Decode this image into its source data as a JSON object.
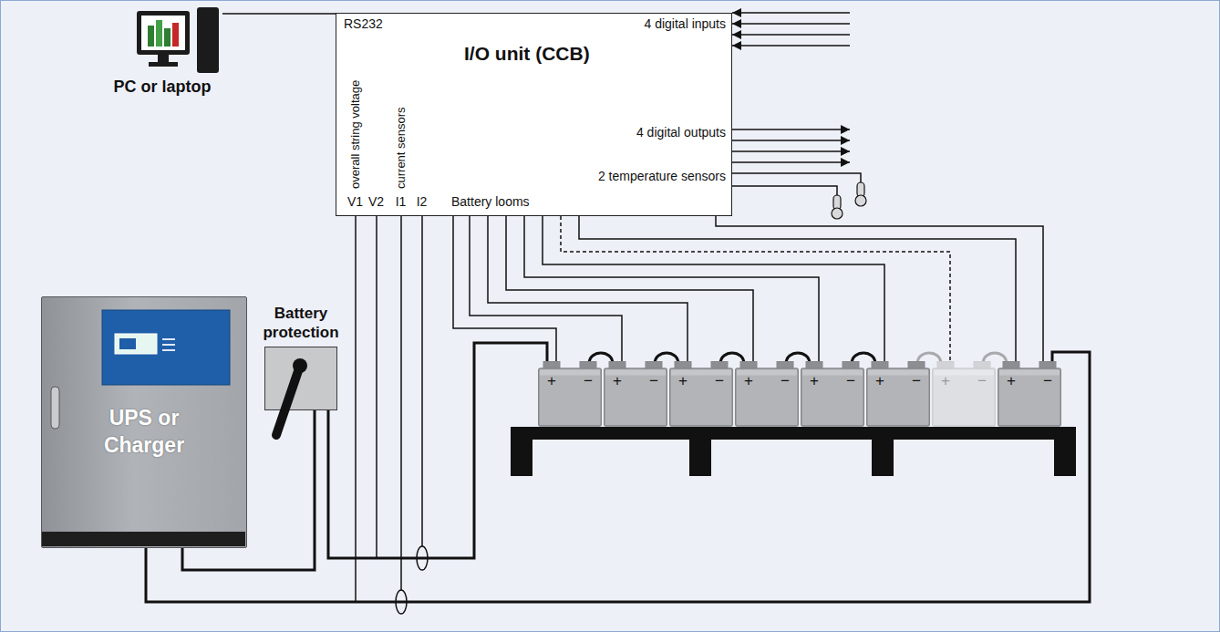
{
  "diagram": {
    "nodes": [
      {
        "text": [
          "PC or laptop"
        ]
      },
      {
        "text": [
          "RS232",
          "I/O unit (CCB)",
          "overall string voltage",
          "current sensors",
          "4 digital inputs",
          "4 digital outputs",
          "2 temperature sensors",
          "V1",
          "V2",
          "I1",
          "I2",
          "Battery looms"
        ]
      },
      {
        "text": [
          "UPS or Charger"
        ]
      },
      {
        "text": [
          "Battery protection"
        ]
      },
      {
        "text": [
          "+",
          "−"
        ]
      },
      {
        "text": [
          "+",
          "−"
        ]
      },
      {
        "text": [
          "+",
          "−"
        ]
      },
      {
        "text": [
          "+",
          "−"
        ]
      },
      {
        "text": [
          "+",
          "−"
        ]
      },
      {
        "text": [
          "+",
          "−"
        ]
      },
      {
        "text": [
          "+",
          "−"
        ]
      },
      {
        "text": [
          "+",
          "−"
        ]
      }
    ],
    "edges": [
      {
        "from": 0,
        "to": 1,
        "arrow": "none"
      },
      {
        "from": 1,
        "to": 4,
        "arrow": "none"
      },
      {
        "from": 1,
        "to": 5,
        "arrow": "none"
      },
      {
        "from": 1,
        "to": 6,
        "arrow": "none"
      },
      {
        "from": 1,
        "to": 7,
        "arrow": "none"
      },
      {
        "from": 1,
        "to": 8,
        "arrow": "none"
      },
      {
        "from": 1,
        "to": 9,
        "arrow": "none"
      },
      {
        "from": 1,
        "to": 10,
        "arrow": "none"
      },
      {
        "from": 1,
        "to": 11,
        "arrow": "none"
      },
      {
        "from": 1,
        "to": 11,
        "arrow": "none"
      },
      {
        "from": 2,
        "to": 3,
        "arrow": "none"
      },
      {
        "from": 3,
        "to": 4,
        "arrow": "none"
      },
      {
        "from": 2,
        "to": 11,
        "arrow": "none"
      }
    ]
  }
}
